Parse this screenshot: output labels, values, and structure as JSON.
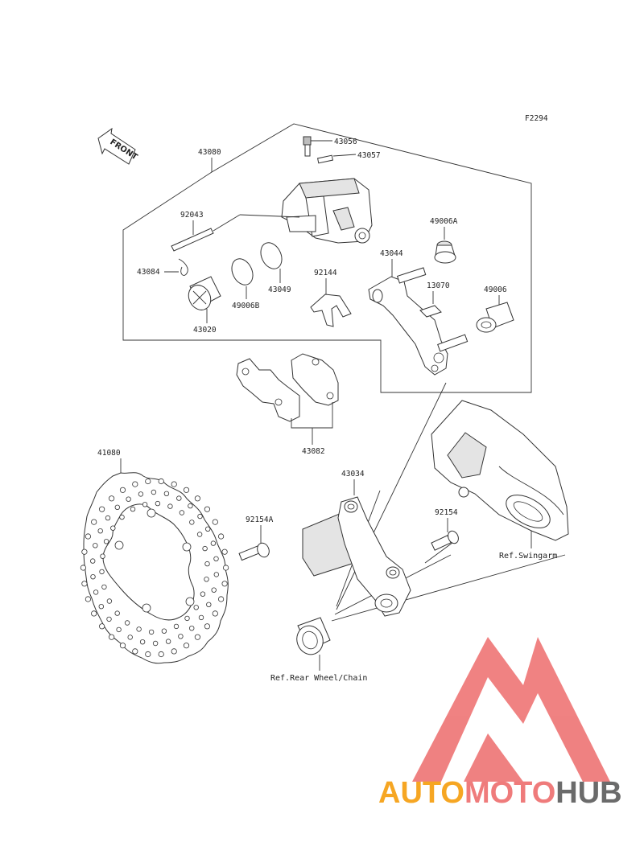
{
  "figure_code": "F2294",
  "front_label": "FRONT",
  "parts": {
    "p43080": "43080",
    "p43056": "43056",
    "p43057": "43057",
    "p92043": "92043",
    "p43084": "43084",
    "p43049": "43049",
    "p49006B": "49006B",
    "p43020": "43020",
    "p92144": "92144",
    "p43044": "43044",
    "p49006A": "49006A",
    "p13070": "13070",
    "p49006": "49006",
    "p43082": "43082",
    "p41080": "41080",
    "p92154A": "92154A",
    "p43034": "43034",
    "p92154": "92154"
  },
  "references": {
    "swingarm": "Ref.Swingarm",
    "rear_wheel_chain": "Ref.Rear Wheel/Chain"
  },
  "watermark": {
    "part1": "AUTO",
    "part2": "MOTO",
    "part3": "HUB",
    "color_primary": "#f6a623",
    "color_secondary": "#ef7b7b",
    "color_dark": "#6b6b6b"
  }
}
